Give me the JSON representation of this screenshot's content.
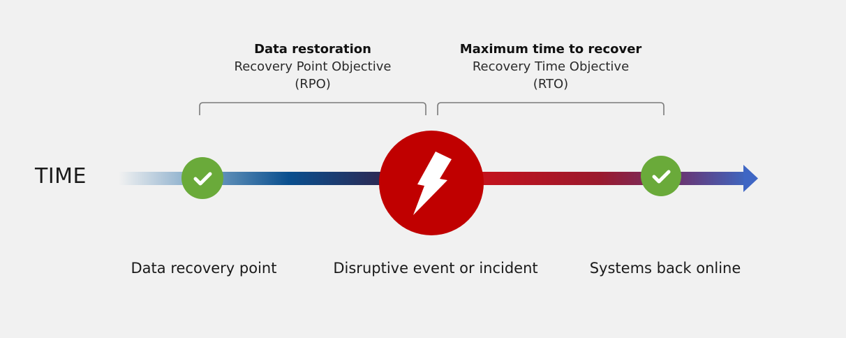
{
  "time_label": "TIME",
  "rpo": {
    "title": "Data restoration",
    "line1": "Recovery Point Objective",
    "line2": "(RPO)"
  },
  "rto": {
    "title": "Maximum time to recover",
    "line1": "Recovery Time Objective",
    "line2": "(RTO)"
  },
  "milestones": {
    "recovery_point": "Data recovery point",
    "incident": "Disruptive event or incident",
    "back_online": "Systems back online"
  },
  "colors": {
    "background": "#f1f1f1",
    "check_green": "#6aaa3a",
    "incident_red": "#c00000",
    "timeline_blue": "#0a4a8a",
    "timeline_red": "#c0141c",
    "arrow_blue": "#3b6cc4",
    "bracket_gray": "#777777"
  },
  "icons": [
    "checkmark-icon",
    "lightning-bolt-icon",
    "arrow-head-icon"
  ]
}
